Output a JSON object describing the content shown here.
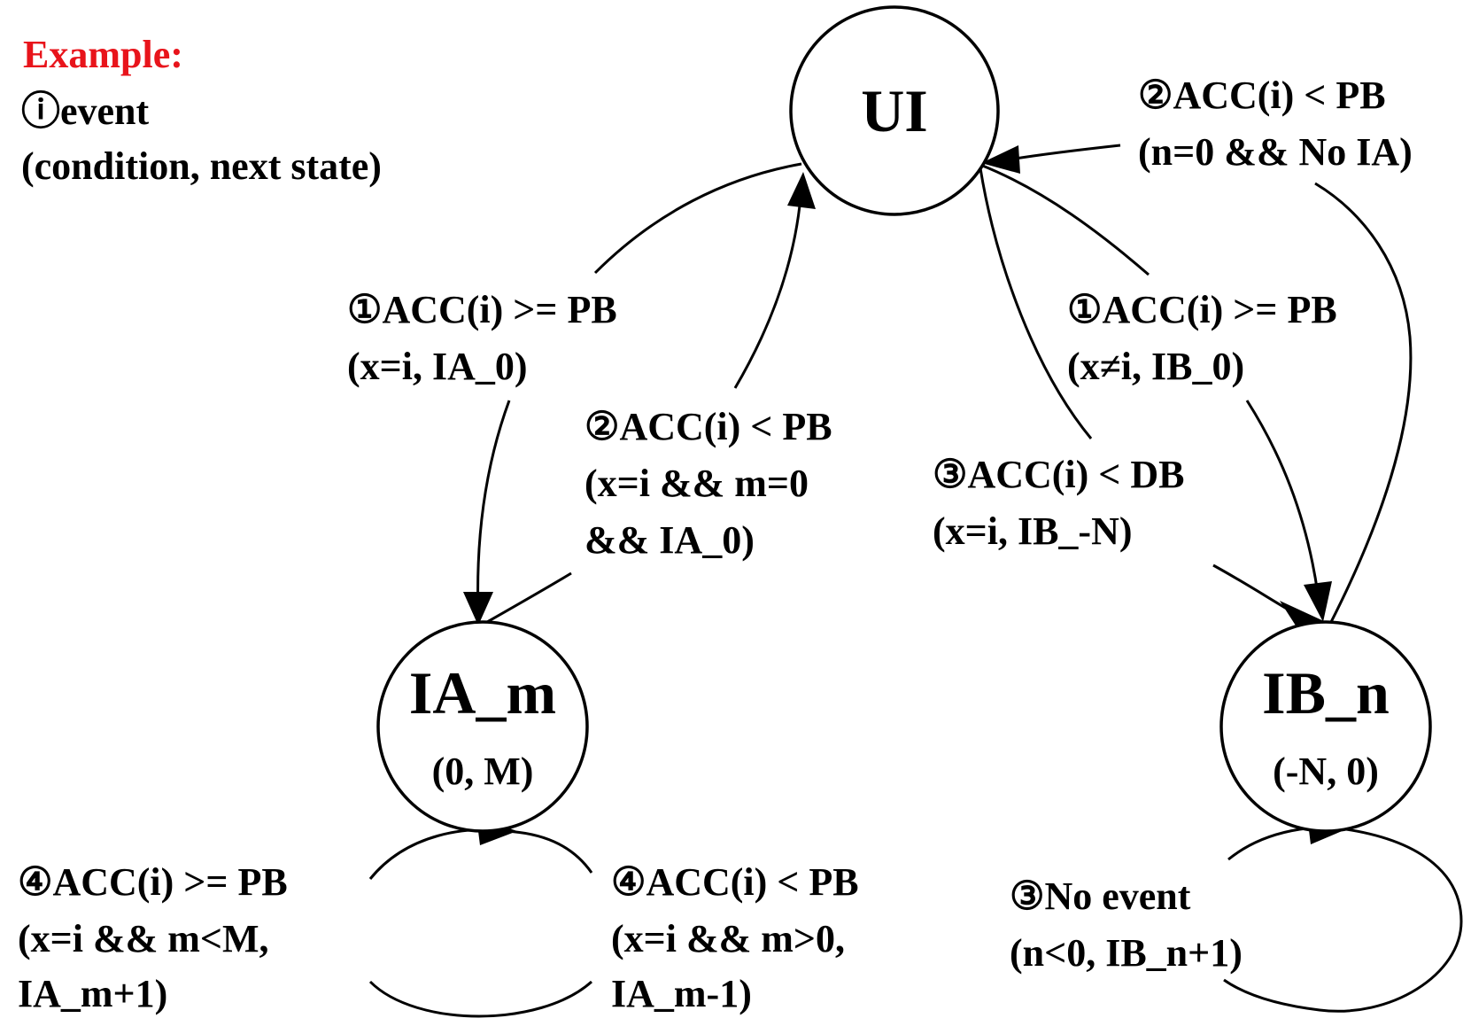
{
  "legend": {
    "title": "Example:",
    "title_color": "#e8141b",
    "line1": "ⓘevent",
    "line2": "(condition, next state)"
  },
  "states": {
    "ui": {
      "name": "UI"
    },
    "ia": {
      "name": "IA_m",
      "range": "(0, M)"
    },
    "ib": {
      "name": "IB_n",
      "range": "(-N, 0)"
    }
  },
  "transitions": {
    "ui_to_ia": {
      "event": "①ACC(i) >= PB",
      "condition": "(x=i, IA_0)"
    },
    "ia_to_ui": {
      "event": "②ACC(i) < PB",
      "condition_1": "(x=i && m=0",
      "condition_2": "&& IA_0)"
    },
    "ui_to_ib": {
      "event": "①ACC(i) >= PB",
      "condition": "(x≠i, IB_0)"
    },
    "ib_to_ui": {
      "event": "②ACC(i) < PB",
      "condition": "(n=0 && No IA)"
    },
    "ui_to_ib_db": {
      "event": "③ACC(i) < DB",
      "condition": "(x=i, IB_-N)"
    },
    "ia_self_inc": {
      "event": "④ACC(i) >= PB",
      "condition_1": "(x=i && m<M,",
      "condition_2": "IA_m+1)"
    },
    "ia_self_dec": {
      "event": "④ACC(i) < PB",
      "condition_1": "(x=i && m>0,",
      "condition_2": "IA_m-1)"
    },
    "ib_self": {
      "event": "③No event",
      "condition": "(n<0, IB_n+1)"
    }
  },
  "colors": {
    "stroke": "#000000",
    "text": "#000000",
    "accent": "#e8141b"
  }
}
